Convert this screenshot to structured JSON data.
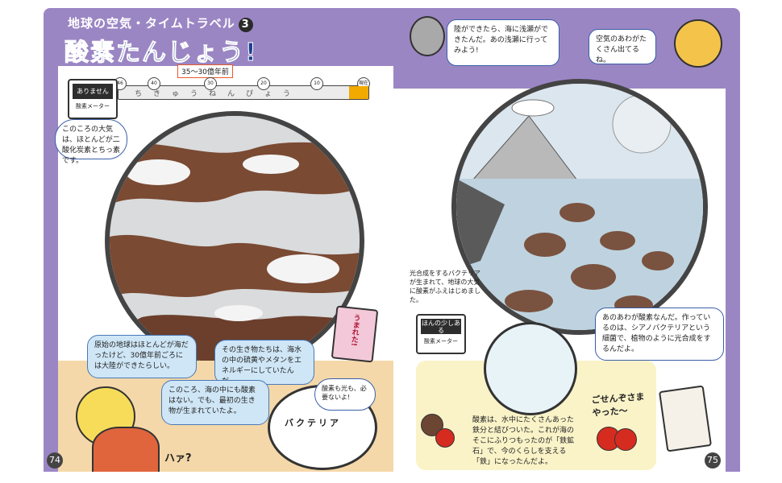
{
  "header": {
    "series_title": "地球の空気・タイムトラベル",
    "series_number": "3",
    "main_title": "酸素たんじょう!"
  },
  "timeline": {
    "range_label": "35～30億年前",
    "ticks": [
      "46",
      "40",
      "30",
      "20",
      "10",
      "現在"
    ],
    "band_text": "ちきゅうねんぴょう"
  },
  "left": {
    "meter_value": "ありません",
    "meter_label": "酸素メーター",
    "bubble_air": "このころの大気は、ほとんどが二酸化炭素とちっ素です。",
    "bubble_land": "原始の地球はほとんどが海だったけど、30億年前ごろには大陸ができたらしい。",
    "bubble_gas": "その生き物たちは、海水の中の硫黄やメタンをエネルギーにしていたんだ。",
    "bubble_sea": "このころ、海の中にも酸素はない。でも、最初の生き物が生まれていたよ。",
    "bacteria_label": "バクテリア",
    "bacteria_voice": "酸素も光も、必要ないよ!",
    "screen_char_text": "うまれた!",
    "kid_voice": "ハァ?",
    "page_number": "74"
  },
  "right": {
    "bubble_grandpa": "陸ができたら、海に浅瀬ができたんだ。あの浅瀬に行ってみよう!",
    "bubble_kid": "空気のあわがたくさん出てるね。",
    "bubble_bacteria": "光合成をするバクテリアが生まれて、地球の大気に酸素がふえはじめました。",
    "meter_value": "ほんの少しある",
    "meter_label": "酸素メーター",
    "bubble_bubbles": "あのあわが酸素なんだ。作っているのは、シアノバクテリアという細菌で、植物のように光合成をするんだよ。",
    "bubble_iron": "酸素は、水中にたくさんあった鉄分と結びついた。これが海のそこにふりつもったのが「鉄鉱石」で、今のくらしを支える「鉄」になったんだよ。",
    "iron_voice": "ごせんぞさま やった～",
    "page_number": "75"
  },
  "colors": {
    "band": "#9b86c4",
    "title": "#1e3f8f",
    "bubble_blue": "#cfe6f6",
    "yellow_box": "#faf3c8"
  }
}
